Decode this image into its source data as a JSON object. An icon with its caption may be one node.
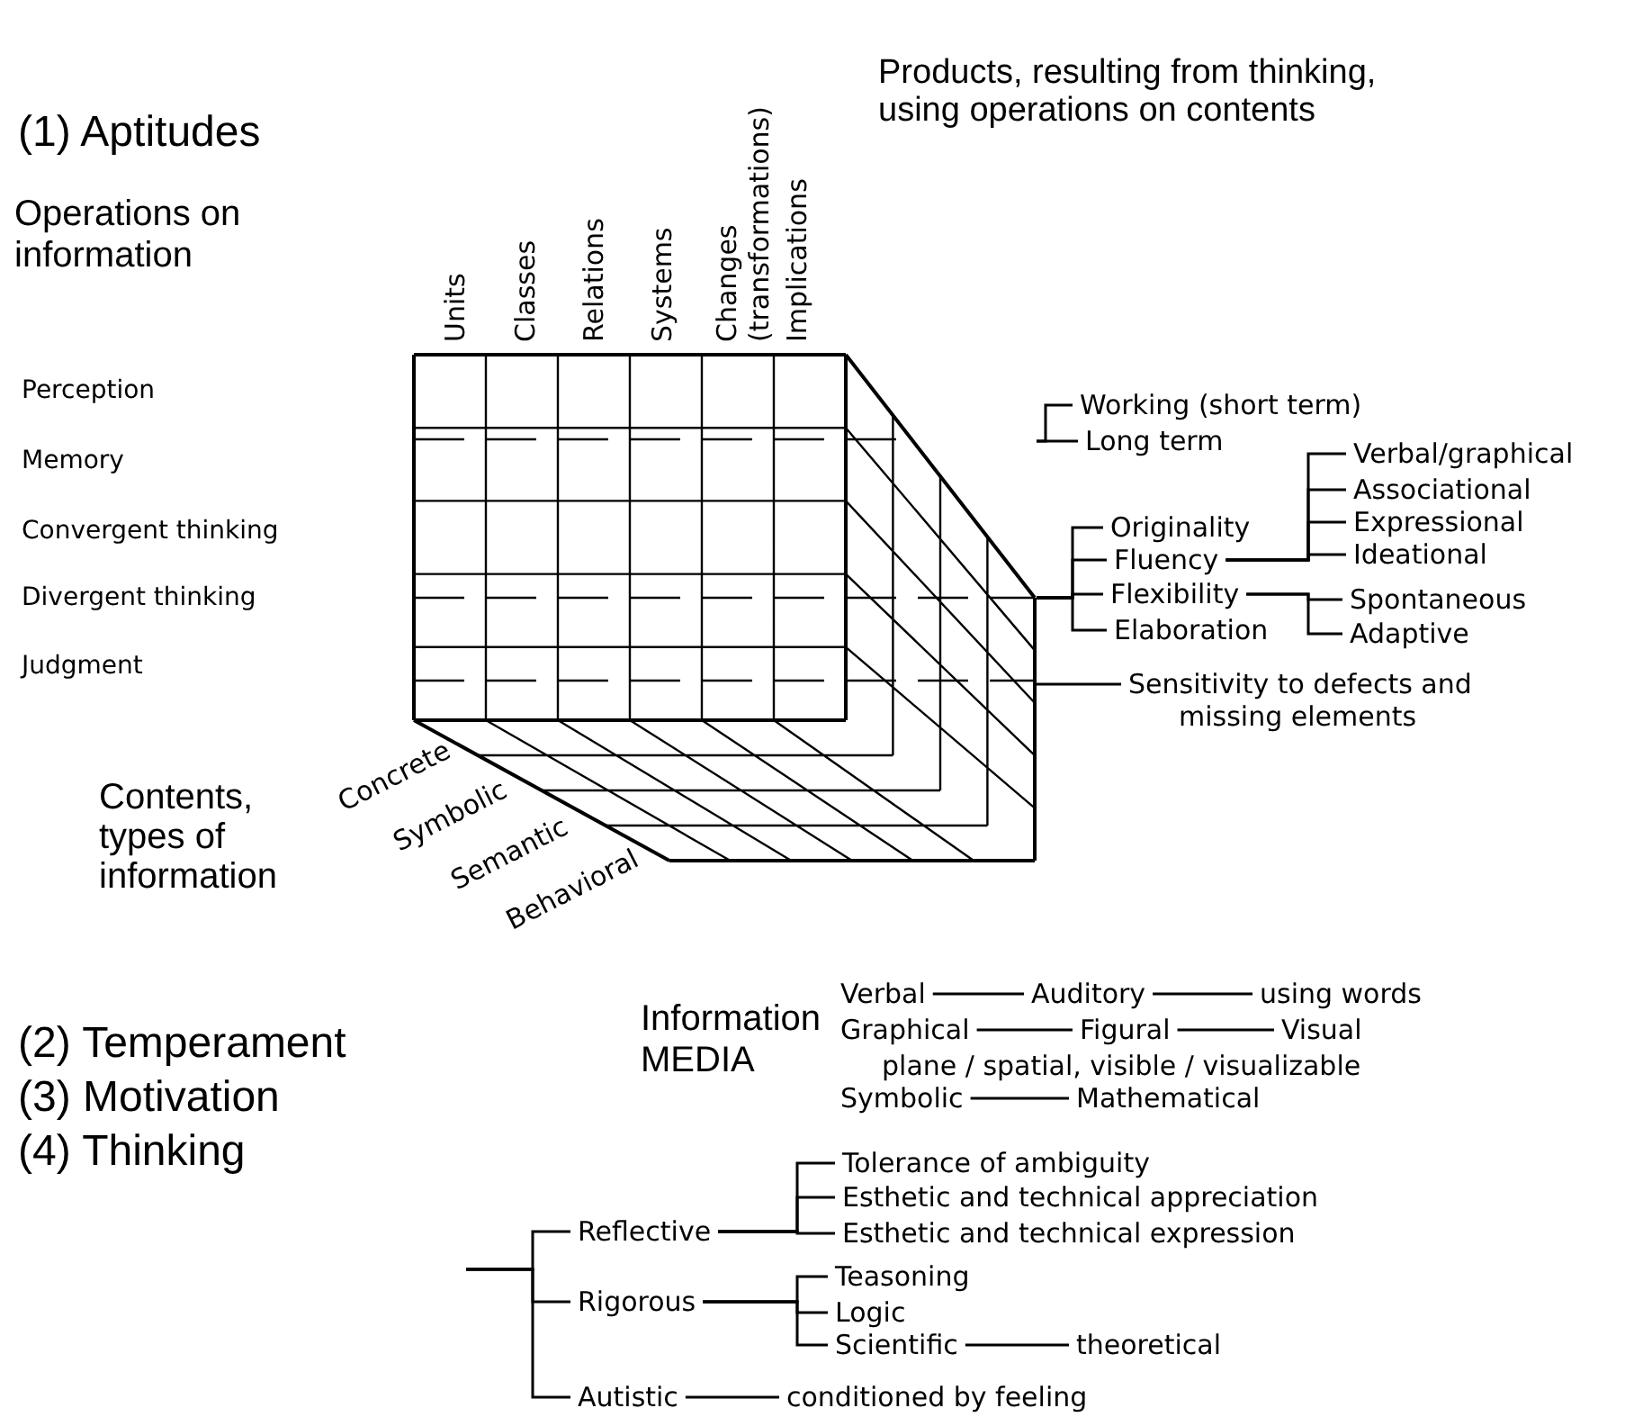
{
  "diagram": {
    "nodes": [
      {
        "text": [],
        "shape": "cube"
      },
      {
        "text": [
          "Working (short term)"
        ]
      },
      {
        "text": [
          "Long term"
        ]
      },
      {
        "text": [
          "Originality"
        ]
      },
      {
        "text": [
          "Fluency"
        ]
      },
      {
        "text": [
          "Flexibility"
        ]
      },
      {
        "text": [
          "Elaboration"
        ]
      },
      {
        "text": [
          "Verbal/graphical"
        ]
      },
      {
        "text": [
          "Associational"
        ]
      },
      {
        "text": [
          "Expressional"
        ]
      },
      {
        "text": [
          "Ideational"
        ]
      },
      {
        "text": [
          "Spontaneous"
        ]
      },
      {
        "text": [
          "Adaptive"
        ]
      },
      {
        "text": [
          "Sensitivity to defects and missing elements"
        ]
      },
      {
        "text": [
          "Verbal"
        ]
      },
      {
        "text": [
          "Auditory"
        ]
      },
      {
        "text": [
          "using words"
        ]
      },
      {
        "text": [
          "Graphical"
        ]
      },
      {
        "text": [
          "Figural"
        ]
      },
      {
        "text": [
          "Visual"
        ]
      },
      {
        "text": [
          "Symbolic"
        ]
      },
      {
        "text": [
          "Mathematical"
        ]
      },
      {
        "text": [
          "Reflective"
        ]
      },
      {
        "text": [
          "Rigorous"
        ]
      },
      {
        "text": [
          "Autistic"
        ]
      },
      {
        "text": [
          "Tolerance of ambiguity"
        ]
      },
      {
        "text": [
          "Esthetic and technical appreciation"
        ]
      },
      {
        "text": [
          "Esthetic and technical expression"
        ]
      },
      {
        "text": [
          "Teasoning"
        ]
      },
      {
        "text": [
          "Logic"
        ]
      },
      {
        "text": [
          "Scientific"
        ]
      },
      {
        "text": [
          "theoretical"
        ]
      },
      {
        "text": [
          "conditioned by feeling"
        ]
      }
    ],
    "edges": [
      {
        "from": 0,
        "to": 1,
        "arrow": "none"
      },
      {
        "from": 0,
        "to": 2,
        "arrow": "none"
      },
      {
        "from": 0,
        "to": 3,
        "arrow": "none"
      },
      {
        "from": 0,
        "to": 4,
        "arrow": "none"
      },
      {
        "from": 0,
        "to": 5,
        "arrow": "none"
      },
      {
        "from": 0,
        "to": 6,
        "arrow": "none"
      },
      {
        "from": 4,
        "to": 7,
        "arrow": "none"
      },
      {
        "from": 4,
        "to": 8,
        "arrow": "none"
      },
      {
        "from": 4,
        "to": 9,
        "arrow": "none"
      },
      {
        "from": 4,
        "to": 10,
        "arrow": "none"
      },
      {
        "from": 5,
        "to": 11,
        "arrow": "none"
      },
      {
        "from": 5,
        "to": 12,
        "arrow": "none"
      },
      {
        "from": 0,
        "to": 13,
        "arrow": "none"
      },
      {
        "from": 14,
        "to": 15,
        "arrow": "none"
      },
      {
        "from": 15,
        "to": 16,
        "arrow": "none"
      },
      {
        "from": 17,
        "to": 18,
        "arrow": "none"
      },
      {
        "from": 18,
        "to": 19,
        "arrow": "none"
      },
      {
        "from": 20,
        "to": 21,
        "arrow": "none"
      },
      {
        "from": null,
        "to": 22,
        "arrow": "none"
      },
      {
        "from": null,
        "to": 23,
        "arrow": "none"
      },
      {
        "from": null,
        "to": 24,
        "arrow": "none"
      },
      {
        "from": 22,
        "to": 25,
        "arrow": "none"
      },
      {
        "from": 22,
        "to": 26,
        "arrow": "none"
      },
      {
        "from": 22,
        "to": 27,
        "arrow": "none"
      },
      {
        "from": 23,
        "to": 28,
        "arrow": "none"
      },
      {
        "from": 23,
        "to": 29,
        "arrow": "none"
      },
      {
        "from": 23,
        "to": 30,
        "arrow": "none"
      },
      {
        "from": 30,
        "to": 31,
        "arrow": "none"
      },
      {
        "from": 24,
        "to": 32,
        "arrow": "none"
      }
    ],
    "labels": [
      "(1) Aptitudes",
      "Products, resulting from thinking, using operations on contents",
      "Operations on information",
      "Units",
      "Classes",
      "Relations",
      "Systems",
      "Changes (transformations)",
      "Implications",
      "Perception",
      "Memory",
      "Convergent thinking",
      "Divergent thinking",
      "Judgment",
      "Concrete",
      "Symbolic",
      "Semantic",
      "Behavioral",
      "Contents, types of information",
      "Information MEDIA",
      "plane / spatial, visible / visualizable",
      "(2) Temperament",
      "(3) Motivation",
      "(4) Thinking"
    ]
  }
}
